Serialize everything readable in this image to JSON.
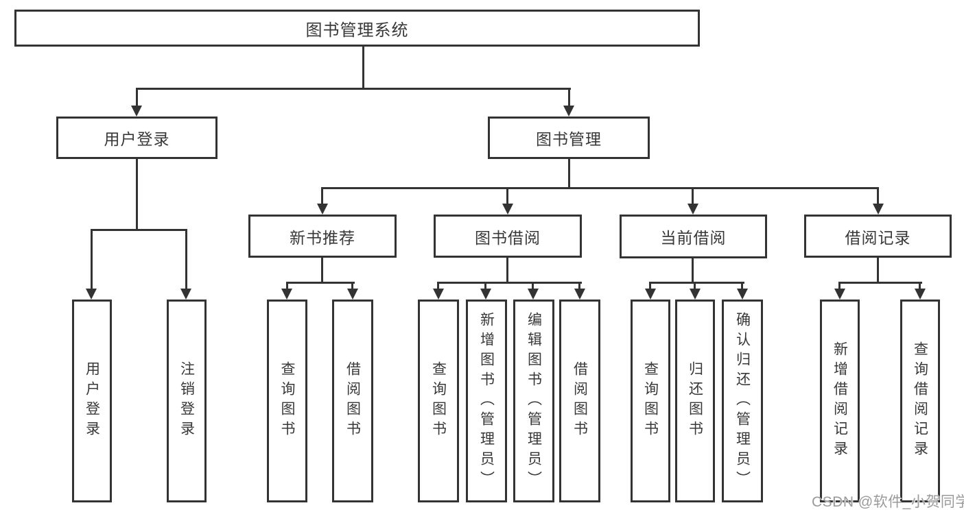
{
  "title": "图书管理系统",
  "level1": [
    {
      "label": "用户登录"
    },
    {
      "label": "图书管理"
    }
  ],
  "level2": [
    {
      "label": "新书推荐",
      "parent": "图书管理"
    },
    {
      "label": "图书借阅",
      "parent": "图书管理"
    },
    {
      "label": "当前借阅",
      "parent": "图书管理"
    },
    {
      "label": "借阅记录",
      "parent": "图书管理"
    }
  ],
  "leaves": [
    {
      "label": "用户登录",
      "parent": "用户登录"
    },
    {
      "label": "注销登录",
      "parent": "用户登录"
    },
    {
      "label": "查询图书",
      "parent": "新书推荐"
    },
    {
      "label": "借阅图书",
      "parent": "新书推荐"
    },
    {
      "label": "查询图书",
      "parent": "图书借阅"
    },
    {
      "label": "新增图书（管理员）",
      "parent": "图书借阅"
    },
    {
      "label": "编辑图书（管理员）",
      "parent": "图书借阅"
    },
    {
      "label": "借阅图书",
      "parent": "图书借阅"
    },
    {
      "label": "查询图书",
      "parent": "当前借阅"
    },
    {
      "label": "归还图书",
      "parent": "当前借阅"
    },
    {
      "label": "确认归还（管理员）",
      "parent": "当前借阅"
    },
    {
      "label": "新增借阅记录",
      "parent": "借阅记录"
    },
    {
      "label": "查询借阅记录",
      "parent": "借阅记录"
    }
  ],
  "watermark": "CSDN @软件_小贺同学",
  "colors": {
    "line": "#333333",
    "text": "#383838",
    "watermark": "#9a9a9a",
    "background": "#ffffff"
  }
}
